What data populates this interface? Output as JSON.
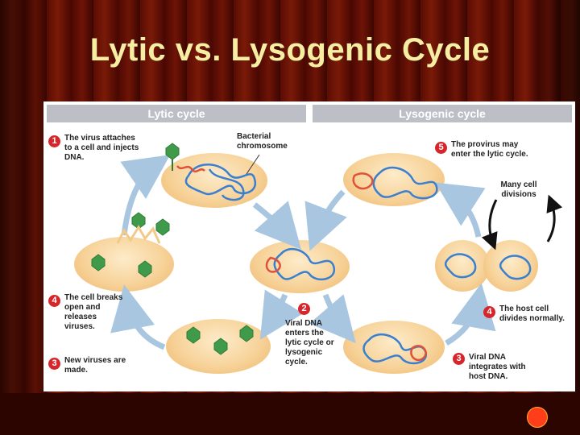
{
  "slide": {
    "title": "Lytic  vs.  Lysogenic Cycle"
  },
  "diagram": {
    "lytic_header": "Lytic cycle",
    "lysogenic_header": "Lysogenic cycle",
    "bacterial_chromosome_label": "Bacterial chromosome",
    "many_cell_divisions_label": "Many cell divisions",
    "steps": [
      {
        "num": "1",
        "text": "The virus attaches to a cell and injects DNA."
      },
      {
        "num": "2",
        "text": "Viral DNA enters the lytic cycle or lysogenic cycle."
      },
      {
        "num": "3",
        "text": "New viruses are made."
      },
      {
        "num": "4",
        "text": "The cell breaks open and releases viruses."
      },
      {
        "num": "3",
        "text": "Viral DNA integrates with host DNA."
      },
      {
        "num": "4",
        "text": "The host cell divides normally."
      },
      {
        "num": "5",
        "text": "The provirus may enter the lytic cycle."
      }
    ],
    "colors": {
      "cell": "#f7d39a",
      "host_dna": "#3a7fd0",
      "viral_dna": "#e0513a",
      "arrow": "#a9c6e0",
      "step_badge": "#d6262c",
      "virus": "#3f9a4a"
    }
  }
}
